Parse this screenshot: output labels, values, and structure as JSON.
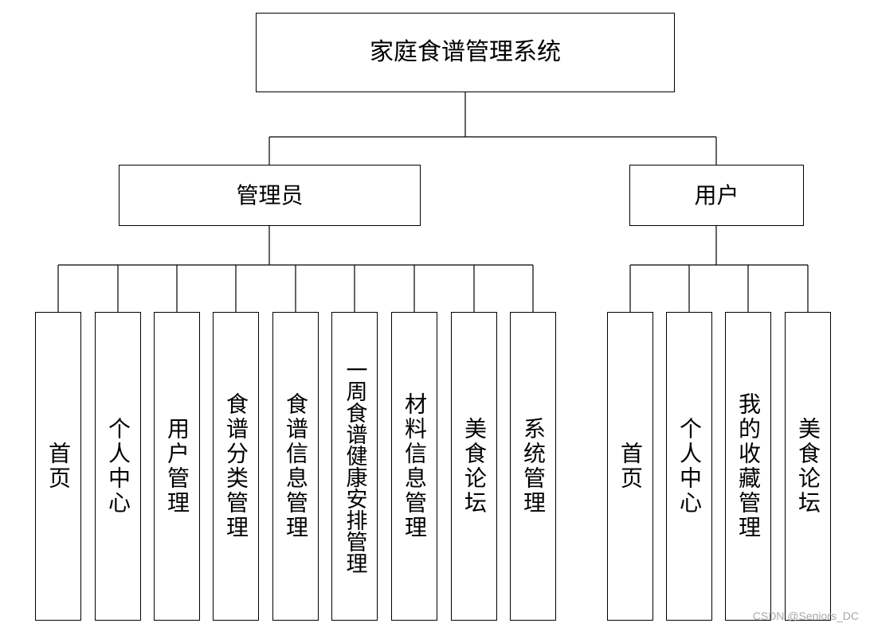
{
  "root": {
    "label": "家庭食谱管理系统"
  },
  "branches": [
    {
      "label": "管理员",
      "children": [
        "首页",
        "个人中心",
        "用户管理",
        "食谱分类管理",
        "食谱信息管理",
        "一周食谱健康安排管理",
        "材料信息管理",
        "美食论坛",
        "系统管理"
      ]
    },
    {
      "label": "用户",
      "children": [
        "首页",
        "个人中心",
        "我的收藏管理",
        "美食论坛"
      ]
    }
  ],
  "watermark": "CSDN @Seniors_DC",
  "colors": {
    "line": "#000000",
    "watermark": "#a8a8a8"
  }
}
